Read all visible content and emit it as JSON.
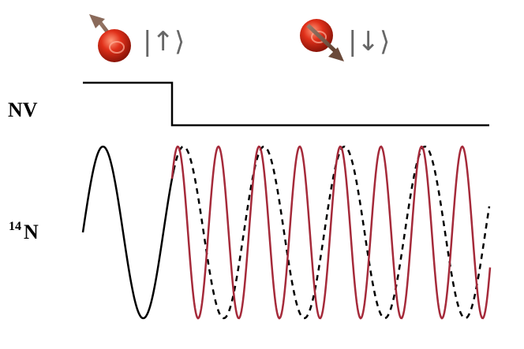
{
  "top_labels": {
    "state_up": "|↑⟩",
    "state_down": "|↓⟩"
  },
  "row_labels": {
    "nv": "NV",
    "n14_sup": "14",
    "n14_base": "N"
  },
  "colors": {
    "nv_line": "#000000",
    "wave_initial": "#000000",
    "wave_reference": "#000000",
    "wave_shifted": "#a52a3a",
    "spin_sphere": "#cc2211",
    "spin_arrow": "#6b4a3a"
  },
  "icons": [
    "spin-up-icon",
    "spin-down-icon"
  ]
}
